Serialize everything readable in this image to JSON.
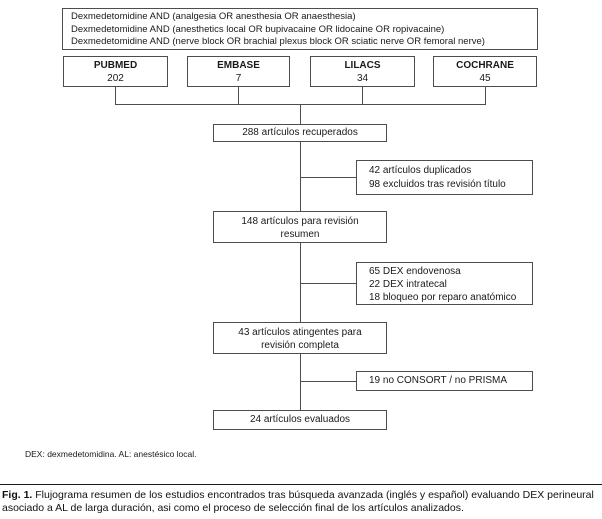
{
  "search_box": {
    "lines": [
      "Dexmedetomidine AND (analgesia OR anesthesia OR anaesthesia)",
      "Dexmedetomidine AND (anesthetics local OR bupivacaine OR lidocaine OR ropivacaine)",
      "Dexmedetomidine AND (nerve block OR brachial plexus block OR sciatic nerve OR femoral nerve)"
    ]
  },
  "databases": [
    {
      "name": "PUBMED",
      "count": "202"
    },
    {
      "name": "EMBASE",
      "count": "7"
    },
    {
      "name": "LILACS",
      "count": "34"
    },
    {
      "name": "COCHRANE",
      "count": "45"
    }
  ],
  "flow": {
    "retrieved": "288 artículos recuperados",
    "excluded_title": [
      "42 artículos duplicados",
      "98 excluidos tras revisión título"
    ],
    "abstract_review": [
      "148 artículos para revisión",
      "resumen"
    ],
    "excluded_abstract": [
      "65 DEX endovenosa",
      "22 DEX intratecal",
      "18 bloqueo por reparo anatómico"
    ],
    "full_review": [
      "43 artículos atingentes para",
      "revisión completa"
    ],
    "excluded_full": "19 no CONSORT / no PRISMA",
    "evaluated": "24 artículos evaluados"
  },
  "footnote": "DEX: dexmedetomidina. AL: anestésico local.",
  "caption": {
    "label": "Fig. 1.",
    "text": "Flujograma resumen de los estudios encontrados tras búsqueda avanzada (inglés y español) evaluando DEX perineural asociado a AL de larga duración, asi como el proceso de selección final de los artículos analizados."
  },
  "colors": {
    "border": "#4d4d4d",
    "text": "#1a1a1a",
    "background": "#ffffff"
  }
}
